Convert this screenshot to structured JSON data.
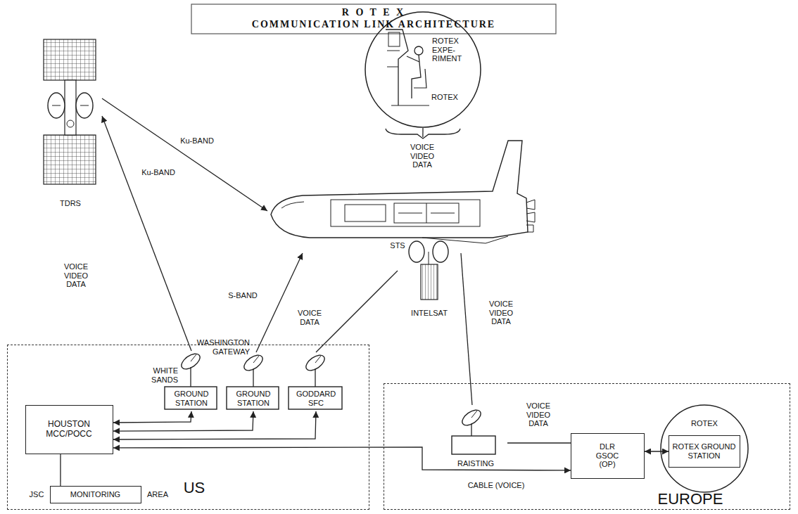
{
  "diagram": {
    "title": "R O T E X",
    "nodes": [
      {
        "text": [
          "TDRS"
        ]
      },
      {
        "text": [
          "ROTEX EXPE- RIMENT",
          "ROTEX"
        ]
      },
      {
        "text": [
          "STS"
        ]
      },
      {
        "text": [
          "US"
        ]
      },
      {
        "text": [
          "HOUSTON MCC/POCC"
        ],
        "in": 3
      },
      {
        "text": [
          "WHITE SANDS",
          "GROUND STATION"
        ],
        "in": 3
      },
      {
        "text": [
          "WASHINGTON GATEWAY",
          "GROUND STATION"
        ],
        "in": 3
      },
      {
        "text": [
          "GODDARD SFC"
        ],
        "in": 3
      },
      {
        "text": [
          "MONITORING"
        ],
        "in": 3
      },
      {
        "text": [
          "INTELSAT"
        ]
      },
      {
        "text": [
          "EUROPE"
        ]
      },
      {
        "text": [
          "RAISTING"
        ],
        "in": 10
      },
      {
        "text": [
          "DLR GSOC (OP)"
        ],
        "in": 10
      },
      {
        "text": [
          "ROTEX"
        ],
        "in": 10
      },
      {
        "text": [
          "ROTEX GROUND STATION"
        ],
        "in": 13
      }
    ],
    "edges": [
      {
        "from": 5,
        "to": 0,
        "label": "Ku-BAND",
        "arrow": "to"
      },
      {
        "from": 0,
        "to": 2,
        "label": "Ku-BAND",
        "arrow": "to"
      },
      {
        "from": 6,
        "to": 2,
        "label": "S-BAND",
        "arrow": "to"
      },
      {
        "from": 7,
        "to": 9,
        "arrow": "none"
      },
      {
        "from": 9,
        "to": 11,
        "label": "VOICE VIDEO DATA",
        "arrow": "none"
      },
      {
        "from": 11,
        "to": 12,
        "label": "VOICE VIDEO DATA",
        "arrow": "none"
      },
      {
        "from": 12,
        "to": 14,
        "arrow": "both"
      },
      {
        "from": 4,
        "to": 5,
        "arrow": "both"
      },
      {
        "from": 4,
        "to": 6,
        "arrow": "both"
      },
      {
        "from": 4,
        "to": 7,
        "arrow": "both"
      },
      {
        "from": 4,
        "to": 12,
        "label": "CABLE (VOICE)",
        "arrow": "both"
      },
      {
        "from": 4,
        "to": 8,
        "arrow": "none"
      },
      {
        "from": 1,
        "to": 2,
        "label": "VOICE VIDEO DATA",
        "arrow": "none"
      }
    ],
    "labels": [
      "COMMUNICATION LINK ARCHITECTURE",
      "VOICE VIDEO DATA",
      "VOICE DATA",
      "JSC",
      "AREA"
    ]
  }
}
